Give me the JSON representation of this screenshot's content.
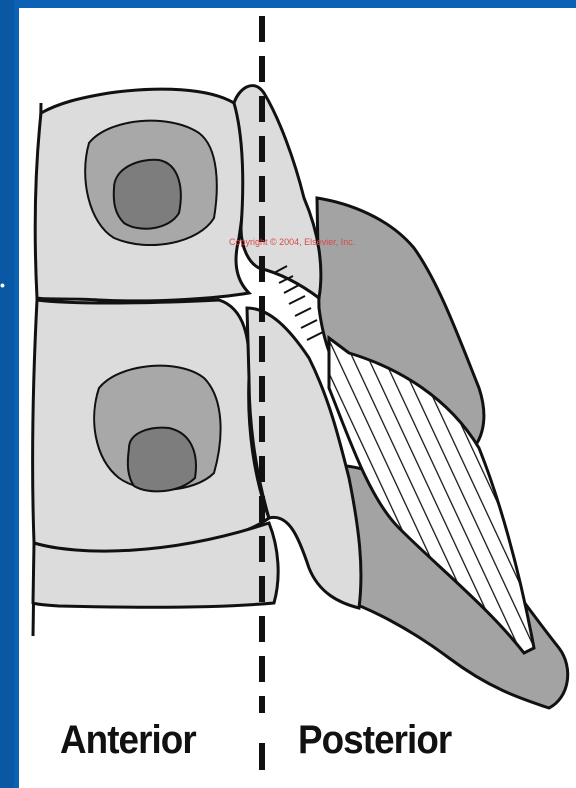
{
  "labels": {
    "anterior": "Anterior",
    "posterior": "Posterior"
  },
  "copyright": "Copyright © 2004, Elsevier, Inc.",
  "colors": {
    "background": "#0b62b5",
    "panel": "#ffffff",
    "bone_light": "#dadada",
    "bone_mid": "#a6a6a6",
    "bone_dark": "#7d7d7d",
    "outline": "#111111"
  }
}
